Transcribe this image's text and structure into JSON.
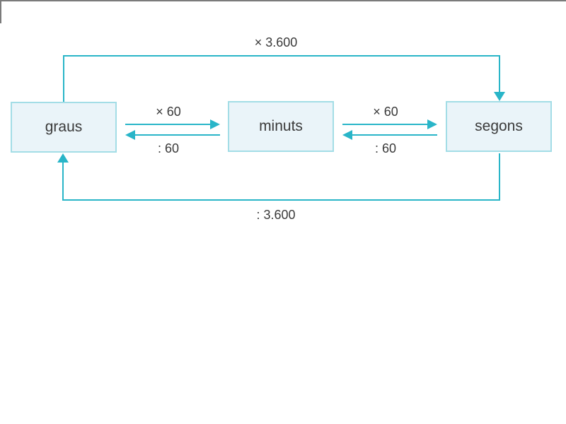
{
  "diagram": {
    "title": "time-unit conversion diagram",
    "boxes": [
      {
        "id": "graus",
        "label": "graus"
      },
      {
        "id": "minuts",
        "label": "minuts"
      },
      {
        "id": "segons",
        "label": "segons"
      }
    ],
    "conversions": {
      "graus_to_segons": "× 3.600",
      "segons_to_graus": ": 3.600",
      "graus_to_minuts": "× 60",
      "minuts_to_graus": ": 60",
      "minuts_to_segons": "× 60",
      "segons_to_minuts": ": 60"
    }
  },
  "colors": {
    "arrow": "#29b5c8",
    "box-border": "#a3dde6",
    "box-fill": "#eaf4f9",
    "text": "#3a3a3a",
    "frame": "#7b7b7b"
  }
}
